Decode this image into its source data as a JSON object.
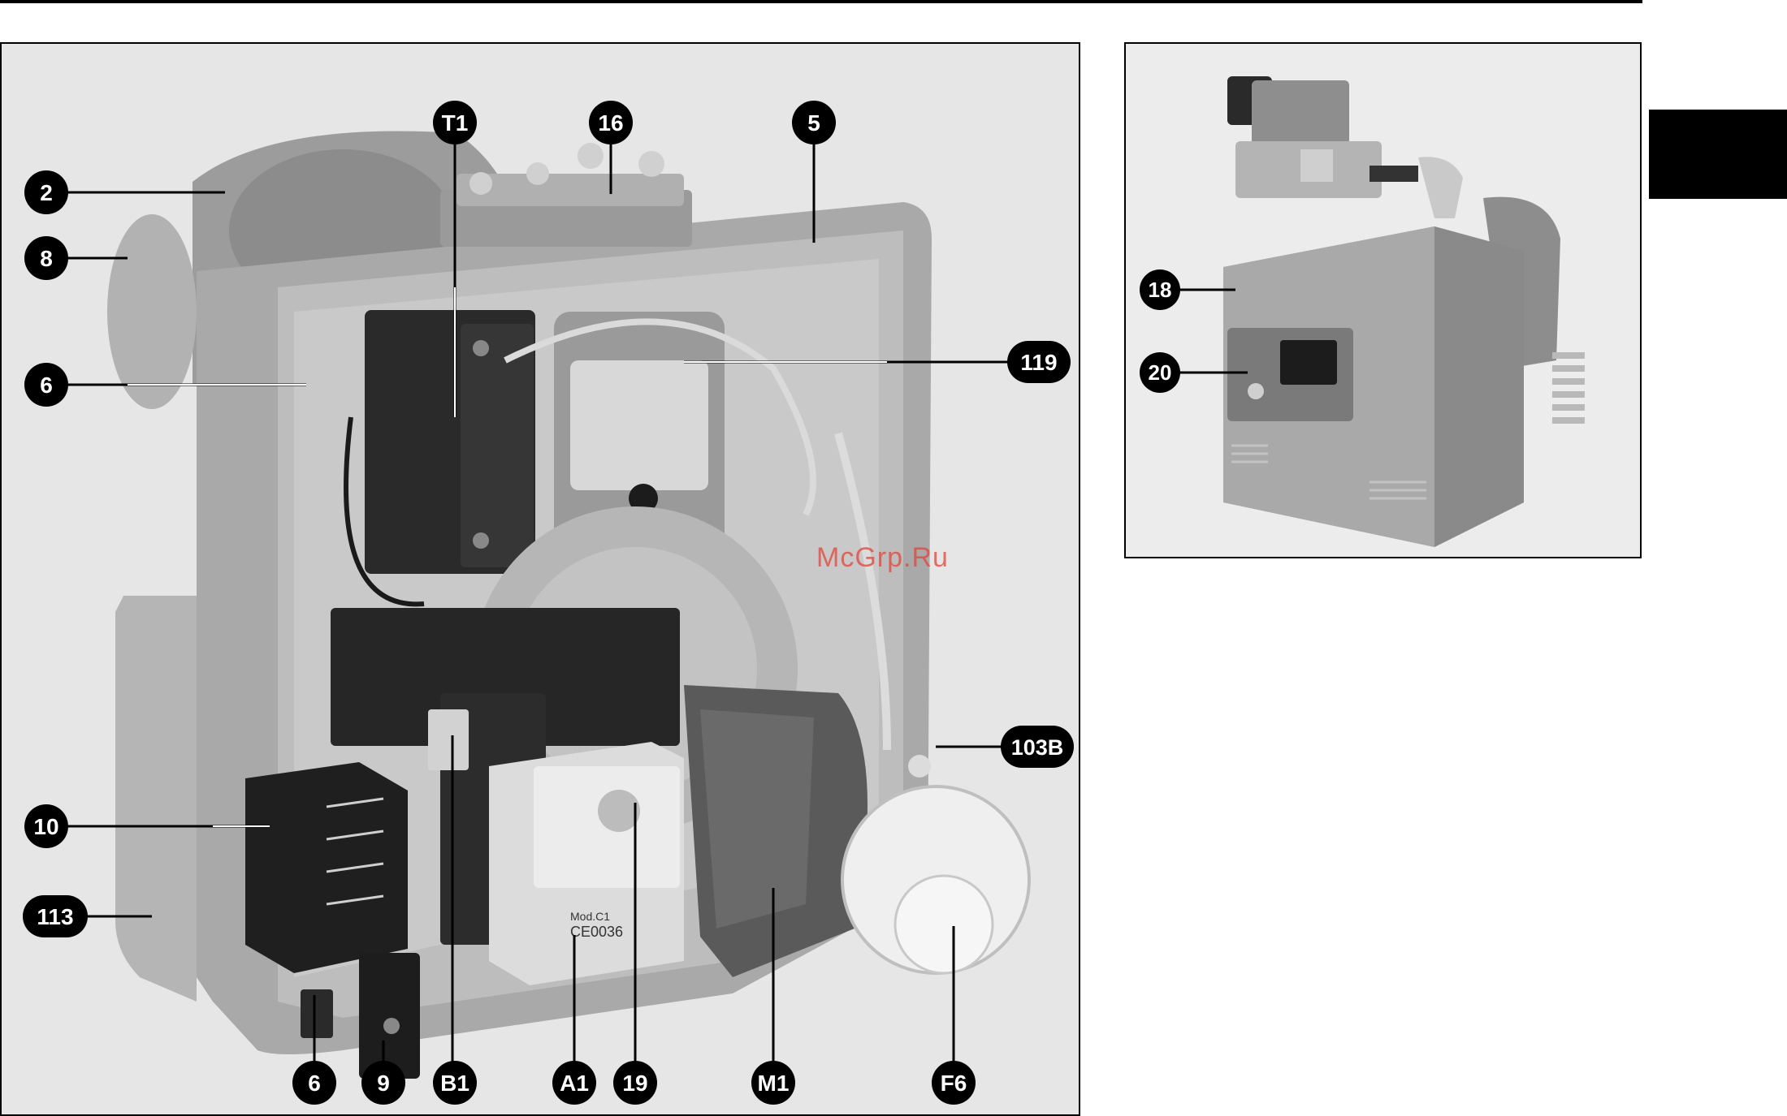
{
  "callouts": {
    "t1": "T1",
    "c16": "16",
    "c5": "5",
    "c2": "2",
    "c8": "8",
    "c6_top": "6",
    "c119": "119",
    "c103b": "103B",
    "c10": "10",
    "c113": "113",
    "c6_bottom": "6",
    "c9": "9",
    "b1": "B1",
    "a1": "A1",
    "c19": "19",
    "m1": "M1",
    "f6": "F6"
  },
  "inset_callouts": {
    "c18": "18",
    "c20": "20"
  },
  "device_labels": {
    "control_box_model": "Mod.C1",
    "ce_mark": "CE0036"
  },
  "watermark": "McGrp.Ru",
  "colors": {
    "housing": "#a8a8a8",
    "dark_component": "#2a2a2a",
    "callout_fill": "#000000",
    "watermark": "#e0453b"
  }
}
